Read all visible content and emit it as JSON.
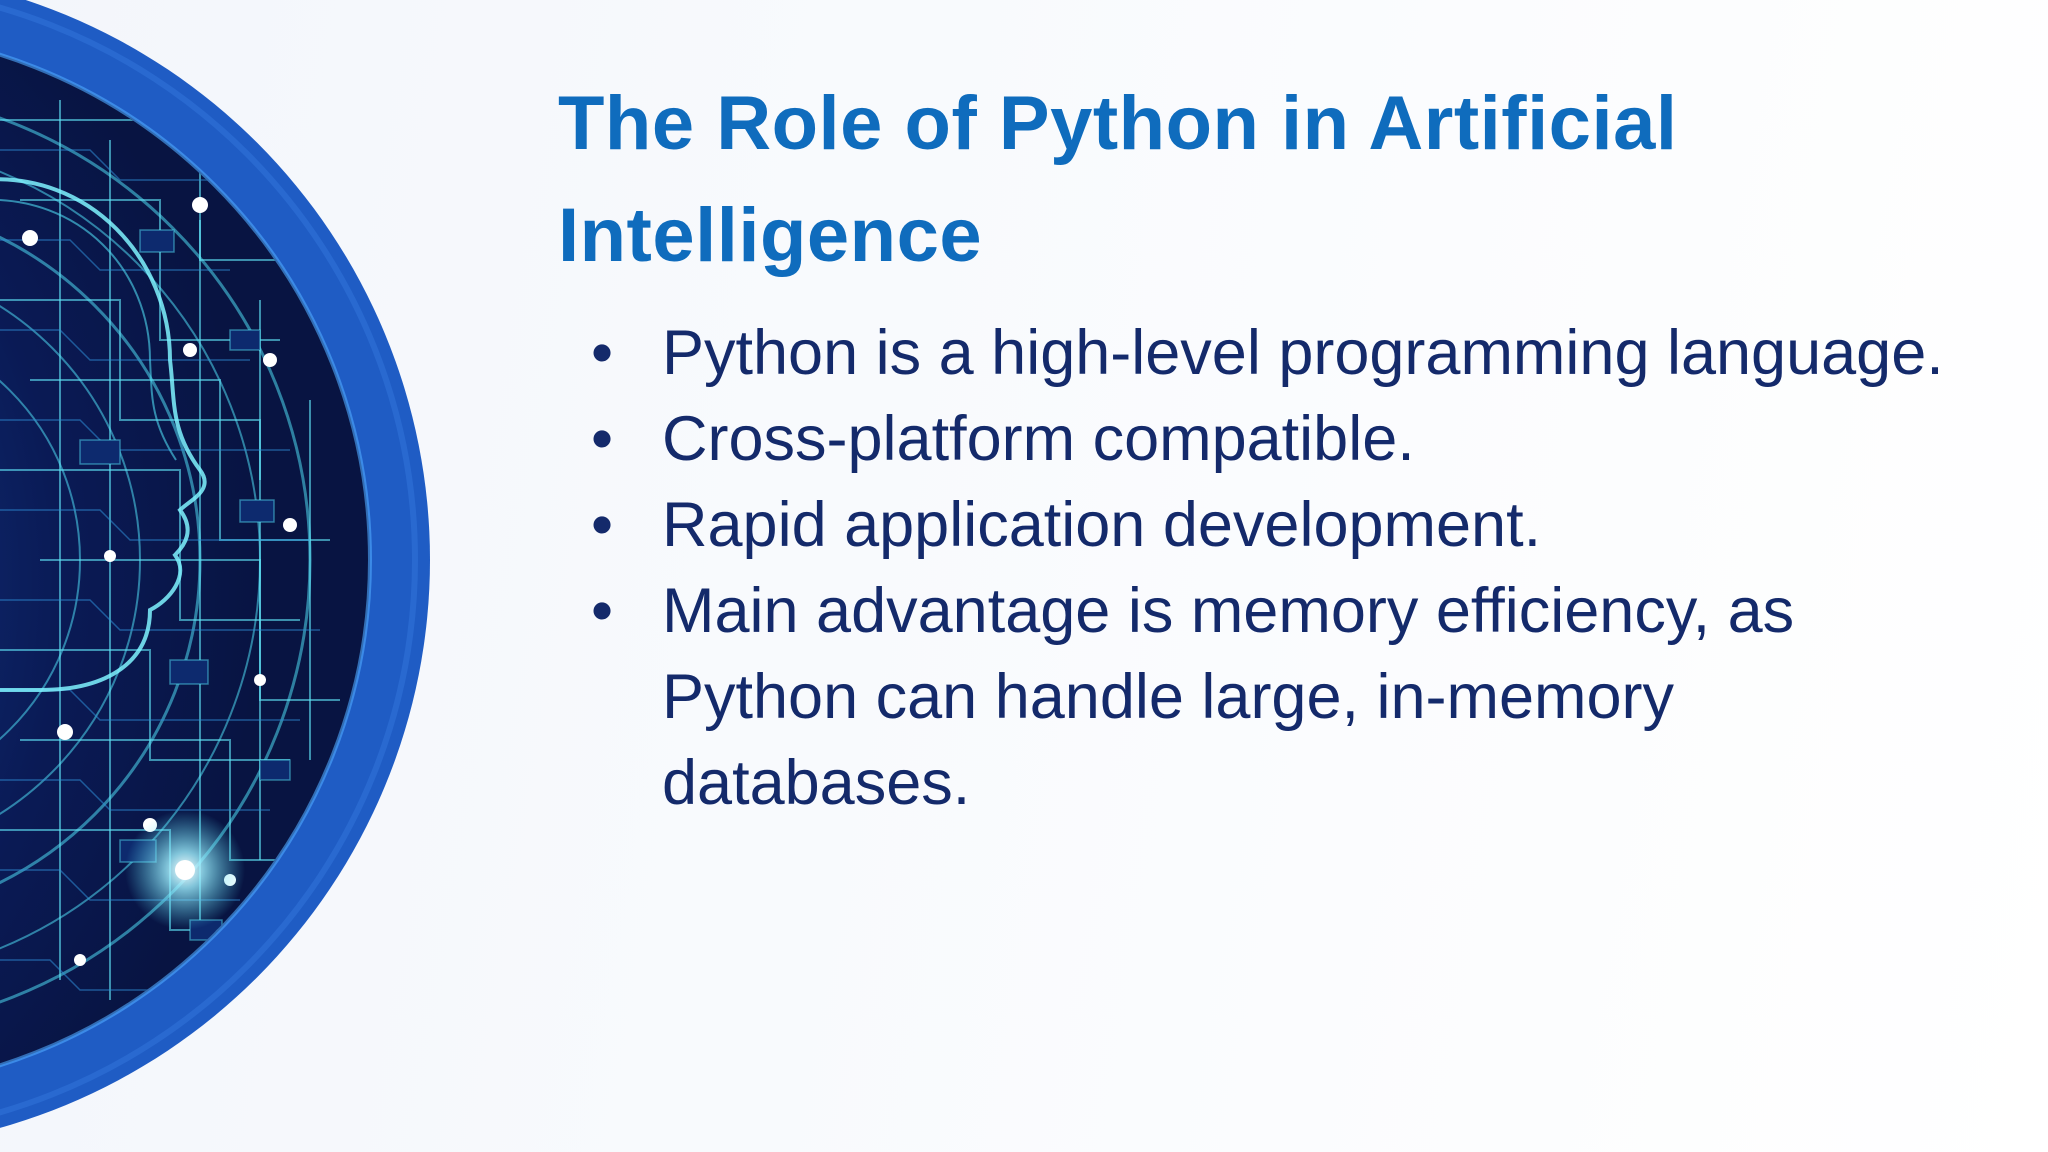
{
  "slide": {
    "title": "The Role of Python in Artificial Intelligence",
    "bullet_marker": "•",
    "bullets": [
      "Python is a high-level programming language.",
      "Cross-platform compatible.",
      "Rapid application development.",
      "Main advantage is memory efficiency, as Python can handle large, in-memory databases."
    ]
  },
  "colors": {
    "title": "#0f6cbd",
    "body_text": "#142a6b",
    "ring_blue": "#1f5cc4",
    "circuit_dark": "#0b1a4d",
    "circuit_glow": "#4fd9f0"
  },
  "decoration": {
    "image": "circuit-board-globe-graphic"
  }
}
